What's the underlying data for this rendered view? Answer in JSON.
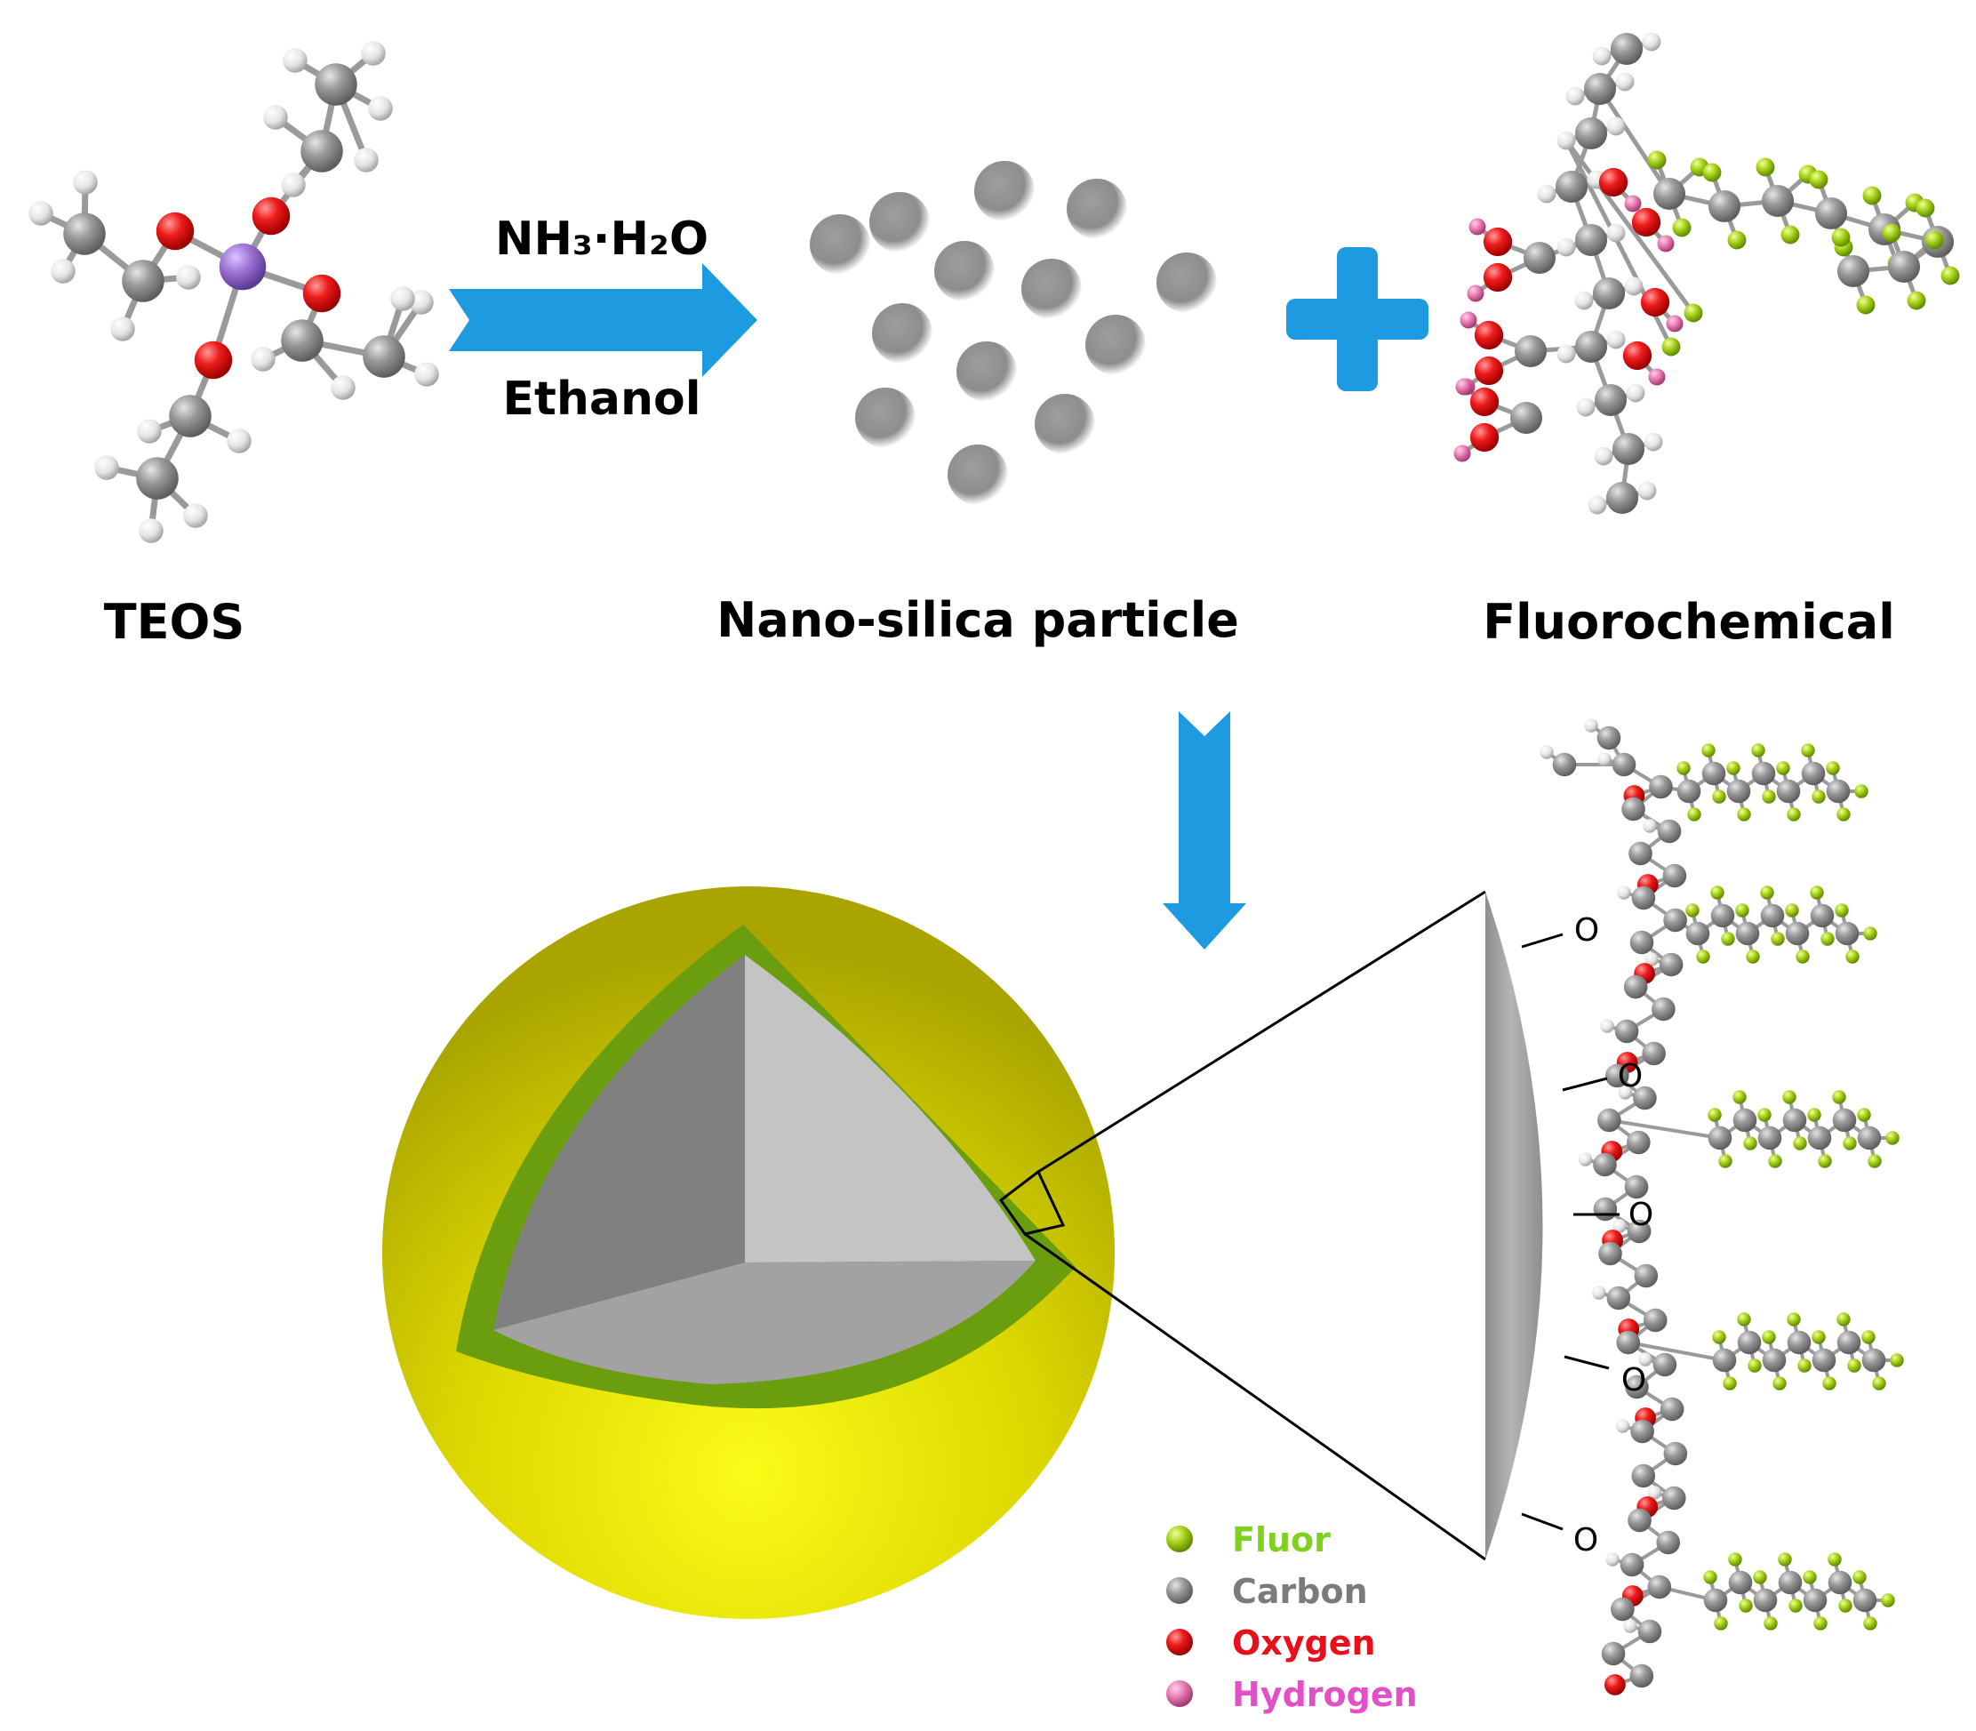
{
  "labels": {
    "teos": "TEOS",
    "nano_silica": "Nano-silica particle",
    "fluorochemical": "Fluorochemical",
    "reagent_top": "NH₃·H₂O",
    "reagent_bottom": "Ethanol",
    "bond_oxygen": "O"
  },
  "legend": [
    {
      "name": "Fluor",
      "color": "#8cd10a",
      "text_color": "#7fd11f"
    },
    {
      "name": "Carbon",
      "color": "#8a8a8a",
      "text_color": "#7b7b7b"
    },
    {
      "name": "Oxygen",
      "color": "#e8101a",
      "text_color": "#e8101a"
    },
    {
      "name": "Hydrogen",
      "color": "#e36fb4",
      "text_color": "#e34fc6"
    }
  ],
  "colors": {
    "arrow": "#1e9ae0",
    "shell_yellow": "#d9d400",
    "shell_green": "#6b9e0f",
    "core_light": "#c4c4c4",
    "core_dark": "#808080",
    "core_mid": "#a2a2a2",
    "atom_carbon": "#8a8a8a",
    "atom_oxygen": "#e8101a",
    "atom_hydrogen": "#eeeeee",
    "atom_silicon": "#9a6fd0",
    "atom_fluor": "#a3cf1a",
    "atom_pink": "#e87ab0"
  }
}
